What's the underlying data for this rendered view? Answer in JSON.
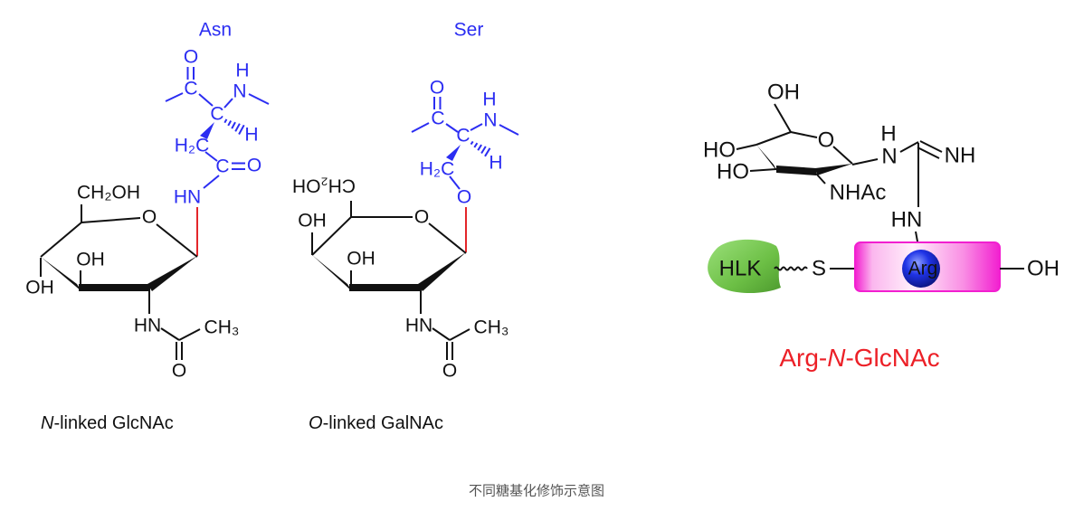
{
  "colors": {
    "amino_acid": "#2b2df2",
    "glycosidic_bond": "#e3262a",
    "bond": "#111111",
    "title_red": "#ec2027",
    "hlk_green": "#6cbf45",
    "peptide_pink": "#f21fd0",
    "arg_blue": "#1f33e6",
    "caption": "#555555"
  },
  "n_linked": {
    "residue": "Asn",
    "carbonyl_o": "O",
    "carbonyl_c": "C",
    "alpha_c": "C",
    "alpha_h": "H",
    "amine_h": "H",
    "amine_n": "N",
    "side_chain_ch2": "H₂C",
    "amide_c": "C",
    "amide_o": "O",
    "amide_hn": "HN",
    "ch2oh": "CH₂OH",
    "ring_o": "O",
    "c3_oh": "OH",
    "c4_oh": "OH",
    "acetamido_hn": "HN",
    "acetyl_ch3": "CH₃",
    "acetyl_o": "O",
    "label_italic": "N",
    "label_rest": "-linked GlcNAc"
  },
  "o_linked": {
    "residue": "Ser",
    "carbonyl_o": "O",
    "carbonyl_c": "C",
    "alpha_c": "C",
    "alpha_h": "H",
    "amine_h": "H",
    "amine_n": "N",
    "side_chain_ch2": "H₂C",
    "side_chain_o": "O",
    "ch2oh": "CH₂OH",
    "ring_o": "O",
    "c3_oh": "OH",
    "c4_oh": "OH",
    "acetamido_hn": "HN",
    "acetyl_ch3": "CH₃",
    "acetyl_o": "O",
    "label_italic": "O",
    "label_rest": "-linked GalNAc"
  },
  "arg_linked": {
    "c6_oh": "OH",
    "c4_ho": "HO",
    "c3_ho": "HO",
    "ring_o": "O",
    "nhac": "NHAc",
    "n_h": "H",
    "n": "N",
    "imine_nh": "NH",
    "hn": "HN",
    "protein": "HLK",
    "sulfur": "S",
    "arg": "Arg",
    "terminal_oh": "OH",
    "label_prefix": "Arg-",
    "label_italic": "N",
    "label_rest": "-GlcNAc"
  },
  "caption": "不同糖基化修饰示意图"
}
